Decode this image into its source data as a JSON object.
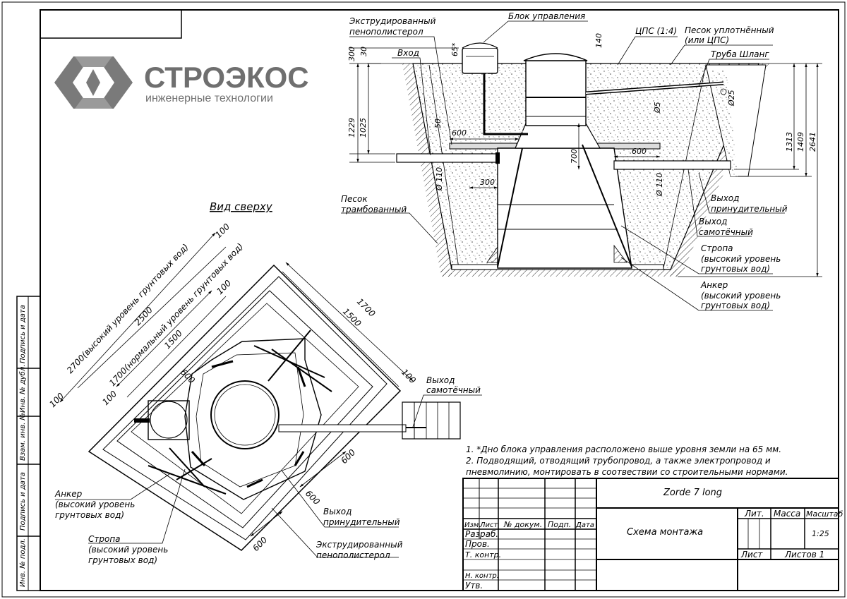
{
  "logo": {
    "name": "СТРОЭКОС",
    "tagline": "инженерные технологии"
  },
  "side_labels": [
    "Подпись и дата",
    "Инв. № дубл.",
    "Взам. инв. №",
    "Подпись и дата",
    "Инв. № подл."
  ],
  "top_view": {
    "title": "Вид сверху",
    "dims": [
      "100",
      "2700(высокий уровень грунтовых вод)",
      "2500",
      "1700(нормальный уровень грунтовых вод)",
      "1500",
      "100",
      "100",
      "100",
      "1700",
      "1500",
      "100",
      "600",
      "600",
      "600",
      "600"
    ],
    "labels": {
      "outlet_gravity": [
        "Выход",
        "самотёчный"
      ],
      "anchor": [
        "Анкер",
        "(высокий уровень",
        "грунтовых вод)"
      ],
      "sling": [
        "Стропа",
        "(высокий уровень",
        "грунтовых вод)"
      ],
      "outlet_forced": [
        "Выход",
        "принудительный"
      ],
      "eps": [
        "Экструдированный",
        "пенополистерол"
      ]
    }
  },
  "section": {
    "labels": {
      "eps": [
        "Экструдированный",
        "пенополистерол"
      ],
      "control_block": "Блок управления",
      "inlet": "Вход",
      "cps": "ЦПС (1:4)",
      "sand_compact": [
        "Песок уплотнённый",
        "(или ЦПС)"
      ],
      "pipe_hose": "Труба  Шланг",
      "sand_tamped": [
        "Песок",
        "трамбованный"
      ],
      "outlet_forced": [
        "Выход",
        "принудительный"
      ],
      "outlet_gravity": [
        "Выход",
        "самотёчный"
      ],
      "sling": [
        "Стропа",
        "(высокий уровень",
        "грунтовых вод)"
      ],
      "anchor": [
        "Анкер",
        "(высокий уровень",
        "грунтовых вод)"
      ]
    },
    "dims": {
      "d300": "300",
      "d30": "30",
      "d65": "65*",
      "d140": "140",
      "d1229": "1229",
      "d1025": "1025",
      "d50": "50",
      "d600a": "600",
      "d110a": "Ø 110",
      "d300b": "300",
      "d700": "700",
      "d600b": "600",
      "d110b": "Ø 110",
      "d05": "Ø5",
      "d25": "Ø25",
      "d1313": "1313",
      "d1409": "1409",
      "d2641": "2641"
    }
  },
  "notes": [
    "1.    *Дно блока управления расположено выше уровня земли на 65 мм.",
    "2.    Подводящий, отводящий трубопровод, а также электропровод и",
    "пневмолинию, монтировать в соотвествии со строительными нормами."
  ],
  "title_block": {
    "product": "Zorde 7 long",
    "doc_title": "Схема монтажа",
    "cols": {
      "lit": "Лит.",
      "mass": "Масса",
      "scale": "Масштаб"
    },
    "scale_value": "1:25",
    "sheet": "Лист",
    "sheets": "Листов 1",
    "header": {
      "izm": "Изм.",
      "list": "Лист",
      "doc_no": "№ докум.",
      "sign": "Подп.",
      "date": "Дата"
    },
    "roles": [
      "Разраб.",
      "Пров.",
      "Т. контр.",
      "Н. контр.",
      "Утв."
    ]
  }
}
